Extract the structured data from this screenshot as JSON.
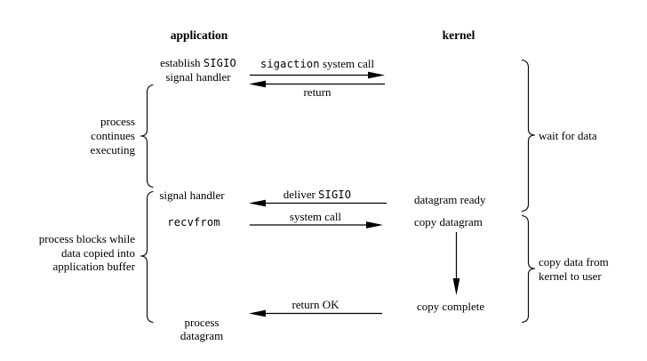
{
  "headers": {
    "application": "application",
    "kernel": "kernel"
  },
  "application_column": {
    "establish_prefix": "establish ",
    "establish_code": "SIGIO",
    "establish_line2": "signal handler",
    "signal_handler_label": "signal handler",
    "recvfrom_code": "recvfrom",
    "process_datagram_line1": "process",
    "process_datagram_line2": "datagram"
  },
  "kernel_column": {
    "datagram_ready": "datagram ready",
    "copy_datagram": "copy datagram",
    "copy_complete": "copy complete"
  },
  "arrows": {
    "sigaction_code": "sigaction",
    "sigaction_suffix": " system call",
    "return_label": "return",
    "deliver_prefix": "deliver ",
    "deliver_code": "SIGIO",
    "system_call_label": "system call",
    "return_ok_label": "return OK"
  },
  "braces": {
    "left1_line1": "process",
    "left1_line2": "continues",
    "left1_line3": "executing",
    "left2_line1": "process blocks while",
    "left2_line2": "data copied into",
    "left2_line3": "application buffer",
    "right1_label": "wait for data",
    "right2_line1": "copy data from",
    "right2_line2": "kernel to user"
  },
  "colors": {
    "ink": "#000000",
    "background": "#ffffff"
  }
}
